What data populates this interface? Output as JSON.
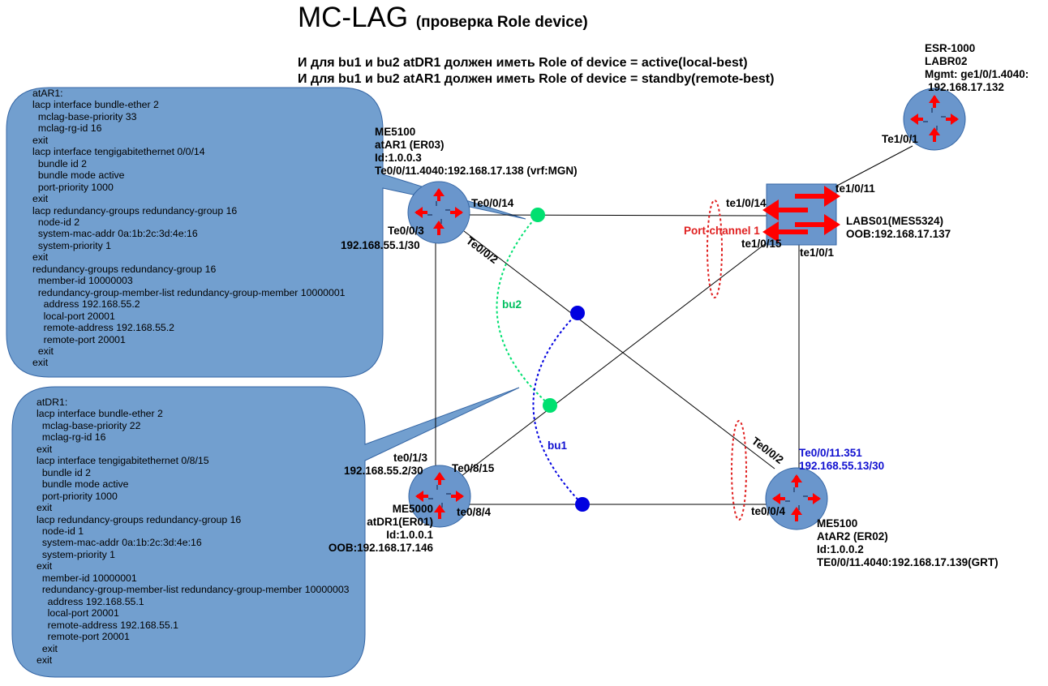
{
  "title": "MC-LAG",
  "subtitle": "(проверка Role device)",
  "requirements": [
    "И для bu1 и bu2 atDR1 должен иметь Role of device = active(local-best)",
    "И для bu1 и bu2 atAR1 должен иметь Role of device = standby(remote-best)"
  ],
  "devices": {
    "atar1": [
      "ME5100",
      "atAR1 (ER03)",
      "Id:1.0.0.3",
      "Te0/0/11.4040:192.168.17.138 (vrf:MGN)"
    ],
    "atdr1": [
      "ME5000",
      "atDR1(ER01)",
      "Id:1.0.0.1",
      "OOB:192.168.17.146"
    ],
    "atar2": [
      "ME5100",
      "AtAR2 (ER02)",
      "Id:1.0.0.2",
      "TE0/0/11.4040:192.168.17.139(GRT)"
    ],
    "esr": [
      "ESR-1000",
      "LABR02",
      "Mgmt: ge1/0/1.4040:",
      "192.168.17.132"
    ],
    "labs01": [
      "LABS01(MES5324)",
      "OOB:192.168.17.137"
    ]
  },
  "ports": {
    "ar1_te0_0_14": "Te0/0/14",
    "ar1_te0_0_3": "Te0/0/3",
    "ar1_ip": "192.168.55.1/30",
    "ar1_te0_0_2": "Te0/0/2",
    "dr1_te0_1_3": "te0/1/3",
    "dr1_ip": "192.168.55.2/30",
    "dr1_te0_8_15": "Te0/8/15",
    "dr1_te0_8_4": "te0/8/4",
    "ar2_te0_0_2": "Te0/0/2",
    "ar2_te0_0_4": "te0/0/4",
    "ar2_sub": "Te0/0/11.351",
    "ar2_ip": "192.168.55.13/30",
    "sw_te1_0_14": "te1/0/14",
    "sw_te1_0_15": "te1/0/15",
    "sw_te1_0_11": "te1/0/11",
    "sw_te1_0_1": "te1/0/1",
    "esr_te1_0_1": "Te1/0/1"
  },
  "bundles": {
    "bu2": "bu2",
    "bu1": "bu1",
    "port_channel": "Port-channel 1"
  },
  "colors": {
    "router_fill": "#6a96cc",
    "callout_fill": "#729fcf",
    "bu2": "#00e070",
    "bu1": "#0000e0",
    "port_channel": "#e02020",
    "arrow": "#ff0000"
  },
  "config_atar1": [
    "atAR1:",
    "lacp interface bundle-ether 2",
    "  mclag-base-priority 33",
    "  mclag-rg-id 16",
    "exit",
    "lacp interface tengigabitethernet 0/0/14",
    "  bundle id 2",
    "  bundle mode active",
    "  port-priority 1000",
    "exit",
    "lacp redundancy-groups redundancy-group 16",
    "  node-id 2",
    "  system-mac-addr 0a:1b:2c:3d:4e:16",
    "  system-priority 1",
    "exit",
    "redundancy-groups redundancy-group 16",
    "  member-id 10000003",
    "  redundancy-group-member-list redundancy-group-member 10000001",
    "    address 192.168.55.2",
    "    local-port 20001",
    "    remote-address 192.168.55.2",
    "    remote-port 20001",
    "  exit",
    "exit"
  ],
  "config_atdr1": [
    "atDR1:",
    "lacp interface bundle-ether 2",
    "  mclag-base-priority 22",
    "  mclag-rg-id 16",
    "exit",
    "lacp interface tengigabitethernet 0/8/15",
    "  bundle id 2",
    "  bundle mode active",
    "  port-priority 1000",
    "exit",
    "lacp redundancy-groups redundancy-group 16",
    "  node-id 1",
    "  system-mac-addr 0a:1b:2c:3d:4e:16",
    "  system-priority 1",
    "exit",
    "  member-id 10000001",
    "  redundancy-group-member-list redundancy-group-member 10000003",
    "    address 192.168.55.1",
    "    local-port 20001",
    "    remote-address 192.168.55.1",
    "    remote-port 20001",
    "  exit",
    "exit"
  ]
}
